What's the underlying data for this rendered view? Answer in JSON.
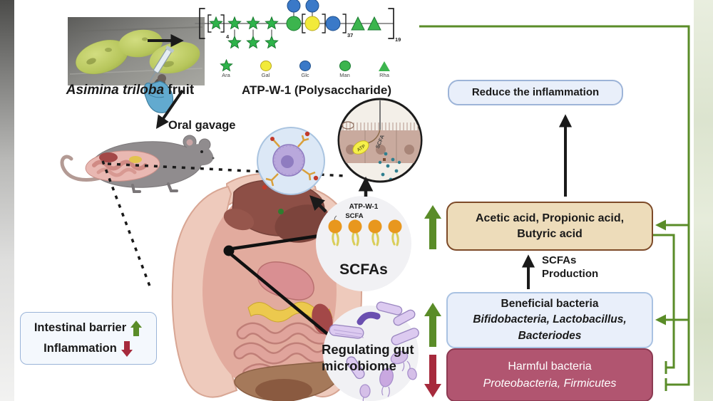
{
  "fruit": {
    "species": "Asimina triloba",
    "suffix": " fruit"
  },
  "polysaccharide": {
    "title": "ATP-W-1 (Polysaccharide)",
    "bracket_subscripts": {
      "inner": "4",
      "mid": "37",
      "outer": "19"
    },
    "legend": [
      {
        "symbol": "star",
        "color": "#2eb34a",
        "label": "Ara"
      },
      {
        "symbol": "circle",
        "color": "#f2ea3a",
        "label": "Gal"
      },
      {
        "symbol": "circle",
        "color": "#3a79c8",
        "label": "Glc"
      },
      {
        "symbol": "circle",
        "color": "#3cb54e",
        "label": "Man"
      },
      {
        "symbol": "triangle",
        "color": "#3cb54e",
        "label": "Rha"
      }
    ]
  },
  "oral_gavage_label": "Oral gavage",
  "outcome_box": {
    "line1": "Intestinal barrier",
    "line2": "Inflammation"
  },
  "scfa_circle": {
    "tag1": "ATP-W-1",
    "tag2": "SCFA",
    "label": "SCFAs"
  },
  "microbiome_circle": {
    "line1": "Regulating gut",
    "line2": "microbiome"
  },
  "epithelium_inset": {
    "atp": "ATP",
    "scfa": "SCFA"
  },
  "flow": {
    "reduce_box": "Reduce the inflammation",
    "acids_line1": "Acetic acid, Propionic acid,",
    "acids_line2": "Butyric acid",
    "production_line1": "SCFAs",
    "production_line2": "Production",
    "beneficial_line1": "Beneficial bacteria",
    "beneficial_line2": "Bifidobacteria, Lactobacillus,",
    "beneficial_line3": "Bacteriodes",
    "harmful_line1": "Harmful bacteria",
    "harmful_line2": "Proteobacteria, Firmicutes"
  },
  "colors": {
    "up_green": "#5a8c28",
    "down_red": "#a62a3c",
    "acids_box_fill": "#eddcba",
    "acids_box_border": "#7d4a28",
    "blue_box_fill": "#e9effa",
    "blue_box_border": "#9db4d8",
    "harmful_box_fill": "#b15570",
    "harmful_box_border": "#8c3a52",
    "sugar_green": "#3cb54e",
    "sugar_yellow": "#f2ea3a",
    "sugar_blue": "#3a79c8",
    "scfa_orange": "#e8971e"
  }
}
